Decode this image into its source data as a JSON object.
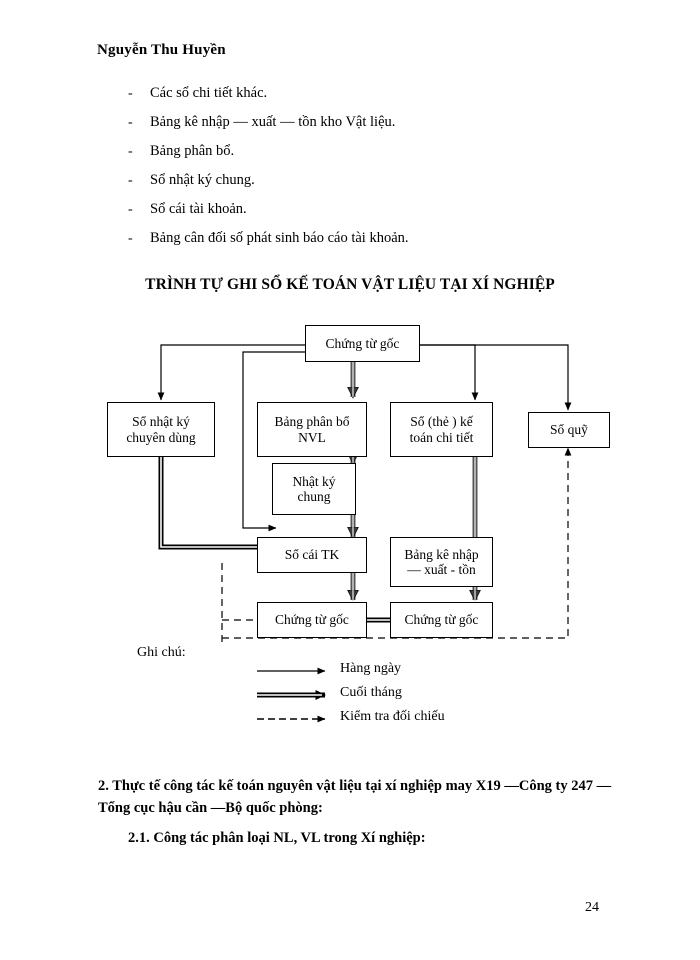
{
  "header": {
    "author": "Nguyễn Thu Huyền"
  },
  "bullets": [
    {
      "marker": "-",
      "text": "Các sổ chi tiết khác."
    },
    {
      "marker": "-",
      "text": "Bảng kê nhập — xuất — tồn kho Vật liệu."
    },
    {
      "marker": "-",
      "text": "Bảng phân bổ."
    },
    {
      "marker": "-",
      "text": "Sổ nhật ký chung."
    },
    {
      "marker": "-",
      "text": "Sổ cái tài khoản."
    },
    {
      "marker": "-",
      "text": "Bảng cân đối số phát sinh báo cáo tài khoản."
    }
  ],
  "diagram": {
    "title": "TRÌNH TỰ GHI SỔ KẾ TOÁN VẬT LIỆU TẠI XÍ NGHIỆP",
    "nodes": {
      "source_doc_top": "Chứng từ gốc",
      "special_journal": {
        "line1": "Sổ nhật ký",
        "line2": "chuyên dùng"
      },
      "allocation_table": {
        "line1": "Bảng phân bổ",
        "line2": "NVL"
      },
      "detail_ledger": {
        "line1": "Sổ (thẻ ) kế",
        "line2": "toán chi tiết"
      },
      "cash_book": "Sổ quỹ",
      "general_journal": {
        "line1": "Nhật ký",
        "line2": "chung"
      },
      "general_ledger": "Sổ cái TK",
      "inout_table": {
        "line1": "Bảng kê nhập",
        "line2": "— xuất - tồn"
      },
      "source_doc_left": "Chứng từ gốc",
      "source_doc_right": "Chứng từ gốc"
    },
    "legend": {
      "label": "Ghi chú:",
      "items": [
        {
          "style": "single",
          "text": "Hàng ngày"
        },
        {
          "style": "double",
          "text": "Cuối tháng"
        },
        {
          "style": "dashed",
          "text": "Kiểm tra đối chiếu"
        }
      ]
    }
  },
  "body": {
    "section_2": "2. Thực tế công tác kế toán nguyên vật liệu tại xí nghiệp may X19 —Công ty 247 —Tổng cục hậu cần —Bộ quốc phòng:",
    "section_2_1": "2.1. Công tác phân loại NL, VL trong Xí nghiệp:"
  },
  "footer": {
    "page_number": "24"
  },
  "colors": {
    "ink": "#000000",
    "paper": "#ffffff"
  }
}
